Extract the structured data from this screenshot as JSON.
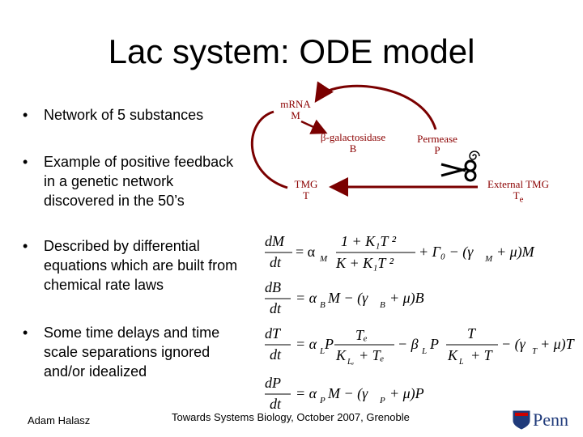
{
  "slide": {
    "title": "Lac system: ODE model",
    "bullet_char": "•",
    "bullets": [
      "Network of 5 substances",
      "Example of positive feedback\nin a genetic network\ndiscovered in the 50’s",
      "Described by differential\nequations which are built from\nchemical rate laws",
      "Some time delays and time\nscale separations ignored\nand/or idealized"
    ]
  },
  "network": {
    "mrna": {
      "name": "mRNA",
      "symbol": "M"
    },
    "bgal": {
      "name": "β-galactosidase",
      "symbol": "B"
    },
    "permease": {
      "name": "Permease",
      "symbol": "P"
    },
    "tmg": {
      "name": "TMG",
      "symbol": "T"
    },
    "external": {
      "name": "External TMG",
      "symbol": "T",
      "subscript": "e"
    },
    "colors": {
      "nodes": "#8b0000",
      "arrows": "#7a0000"
    }
  },
  "equations": {
    "dM": {
      "lhs_num": "dM",
      "lhs_den": "dt",
      "a": "= α",
      "a_sub": "M",
      "frac_num": "1 + K₁T ²",
      "frac_den": "K + K₁T ²",
      "tail": "+ Γ₀ − (γ",
      "tail_sub": "M",
      "tail2": "+ μ)M"
    },
    "dB": {
      "lhs_num": "dB",
      "lhs_den": "dt",
      "body": "= α",
      "sub1": "B",
      "mid": "M − (γ",
      "sub2": "B",
      "end": "+ μ)B"
    },
    "dT": {
      "lhs_num": "dT",
      "lhs_den": "dt",
      "a": "= α",
      "a_sub": "L",
      "p": "P",
      "f1_num": "Tₑ",
      "f1_den": "K",
      "f1_den_sub": "Lₑ",
      "f1_den_end": "+ Tₑ",
      "mid": "− β",
      "mid_sub": "L",
      "p2": "P",
      "f2_num": "T",
      "f2_den": "K",
      "f2_den_sub": "L",
      "f2_den_end": "+ T",
      "tail": "− (γ",
      "tail_sub": "T",
      "tail2": "+ μ)T"
    },
    "dP": {
      "lhs_num": "dP",
      "lhs_den": "dt",
      "body": "= α",
      "sub1": "P",
      "mid": "M − (γ",
      "sub2": "P",
      "end": "+ μ)P"
    }
  },
  "footer": {
    "author": "Adam Halasz",
    "event": "Towards Systems Biology, October 2007, Grenoble",
    "logo_text": "Penn"
  }
}
